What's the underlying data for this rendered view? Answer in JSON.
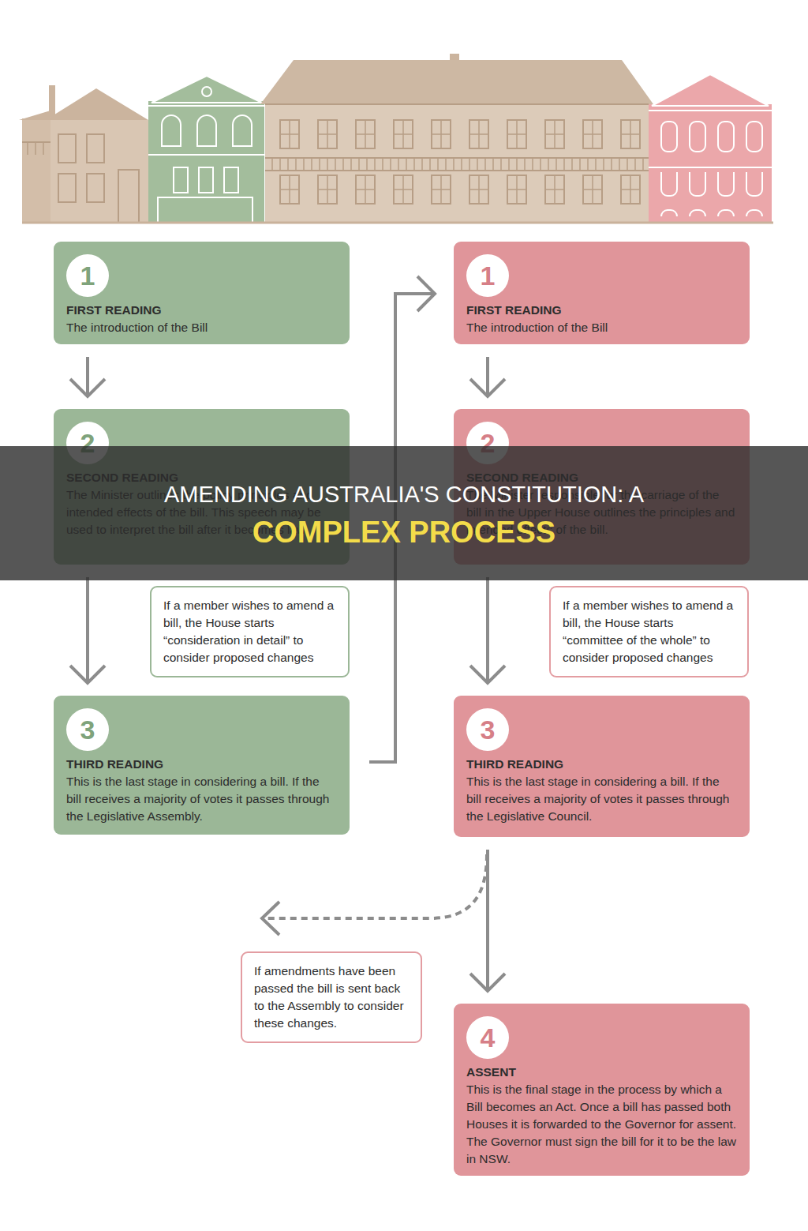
{
  "diagram": {
    "title": "AMENDING AUSTRALIA'S CONSTITUTION: A COMPLEX PROCESS",
    "nodes": [
      {
        "text": [
          "FIRST READING",
          "The introduction of the Bill"
        ]
      },
      {
        "text": [
          "1"
        ],
        "in": 0
      },
      {
        "text": [
          "SECOND READING",
          "The Minister outlines the policy principles and intended effects of the bill. This speech may be used to interpret the bill after it becomes law."
        ]
      },
      {
        "text": [
          "2"
        ],
        "in": 2
      },
      {
        "text": [
          "If a member wishes to amend a bill, the House starts “consideration in detail” to consider proposed changes"
        ]
      },
      {
        "text": [
          "THIRD READING",
          "This is the last stage in considering a bill. If the bill receives a majority of votes it passes through the Legislative Assembly."
        ]
      },
      {
        "text": [
          "3"
        ],
        "in": 5
      },
      {
        "text": [
          "FIRST READING",
          "The introduction of the Bill"
        ]
      },
      {
        "text": [
          "1"
        ],
        "in": 7
      },
      {
        "text": [
          "SECOND READING",
          "The Minister responsible for the carriage of the bill in the Upper House outlines the principles and intended effects of the bill."
        ]
      },
      {
        "text": [
          "2"
        ],
        "in": 9
      },
      {
        "text": [
          "If a member wishes to amend a bill, the House starts “committee of the whole” to consider proposed changes"
        ]
      },
      {
        "text": [
          "THIRD READING",
          "This is the last stage in considering a bill. If the bill receives a majority of votes it passes through the Legislative Council."
        ]
      },
      {
        "text": [
          "3"
        ],
        "in": 12
      },
      {
        "text": [
          "If amendments have been passed the bill is sent back to the Assembly to consider these changes."
        ]
      },
      {
        "text": [
          "ASSENT",
          "This is the final stage in the process by which a Bill becomes an Act. Once a bill has passed both Houses it is forwarded to the Governor for assent. The Governor must sign the bill for it to be the law in NSW."
        ]
      },
      {
        "text": [
          "4"
        ],
        "in": 15
      }
    ],
    "edges": [
      {
        "from": 0,
        "to": 2,
        "arrow": "to"
      },
      {
        "from": 2,
        "to": 5,
        "arrow": "to"
      },
      {
        "from": 5,
        "to": 7,
        "arrow": "to"
      },
      {
        "from": 7,
        "to": 9,
        "arrow": "to"
      },
      {
        "from": 9,
        "to": 12,
        "arrow": "to"
      },
      {
        "from": 12,
        "to": 15,
        "arrow": "to"
      }
    ]
  }
}
